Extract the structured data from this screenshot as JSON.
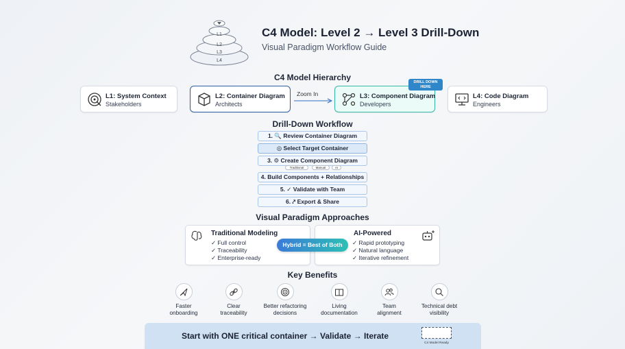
{
  "header": {
    "title": "C4 Model: Level 2 → Level 3 Drill-Down",
    "subtitle": "Visual Paradigm Workflow Guide",
    "stack_labels": [
      "L1",
      "L2",
      "L3",
      "L4"
    ]
  },
  "hierarchy": {
    "title": "C4 Model Hierarchy",
    "levels": [
      {
        "title": "L1: System Context",
        "subtitle": "Stakeholders",
        "icon": "target-icon"
      },
      {
        "title": "L2: Container Diagram",
        "subtitle": "Architects",
        "icon": "cube-icon"
      },
      {
        "title": "L3: Component Diagram",
        "subtitle": "Developers",
        "icon": "component-network-icon"
      },
      {
        "title": "L4: Code Diagram",
        "subtitle": "Engineers",
        "icon": "monitor-code-icon"
      }
    ],
    "zoom_label": "Zoom In",
    "badge_line1": "DRILL DOWN",
    "badge_line2": "HERE"
  },
  "workflow": {
    "title": "Drill-Down Workflow",
    "steps": [
      {
        "label": "1. 🔍 Review Container Diagram"
      },
      {
        "label": "◎ Select Target Container"
      },
      {
        "label": "3. ⚙ Create Component Diagram"
      },
      {
        "label": "4. Build Components + Relationships"
      },
      {
        "label": "5. ✓ Validate with Team"
      },
      {
        "label": "6. ⤤ Export & Share"
      }
    ],
    "tags": [
      "Traditional",
      "Manual",
      "AI"
    ]
  },
  "approaches": {
    "title": "Visual Paradigm Approaches",
    "traditional": {
      "title": "Traditional Modeling",
      "items": [
        "✓ Full control",
        "✓ Traceability",
        "✓ Enterprise-ready"
      ]
    },
    "ai": {
      "title": "AI-Powered",
      "items": [
        "✓ Rapid prototyping",
        "✓ Natural language",
        "✓ Iterative refinement"
      ]
    },
    "hybrid_label": "Hybrid = Best of Both"
  },
  "benefits": {
    "title": "Key Benefits",
    "items": [
      {
        "line1": "Faster",
        "line2": "onboarding",
        "icon": "send-icon"
      },
      {
        "line1": "Clear",
        "line2": "traceability",
        "icon": "link-icon"
      },
      {
        "line1": "Better refactoring",
        "line2": "decisions",
        "icon": "target-icon"
      },
      {
        "line1": "Living",
        "line2": "documentation",
        "icon": "book-icon"
      },
      {
        "line1": "Team",
        "line2": "alignment",
        "icon": "team-icon"
      },
      {
        "line1": "Technical debt",
        "line2": "visibility",
        "icon": "search-icon"
      }
    ]
  },
  "footer": {
    "text": "Start with ONE critical container → Validate → Iterate",
    "ready_label": "C4 Model Ready"
  },
  "colors": {
    "l2_border": "#2d5ea8",
    "l3_border": "#36b8a6",
    "badge": "#2f86c8",
    "footer_bg": "#cfe1f3"
  }
}
